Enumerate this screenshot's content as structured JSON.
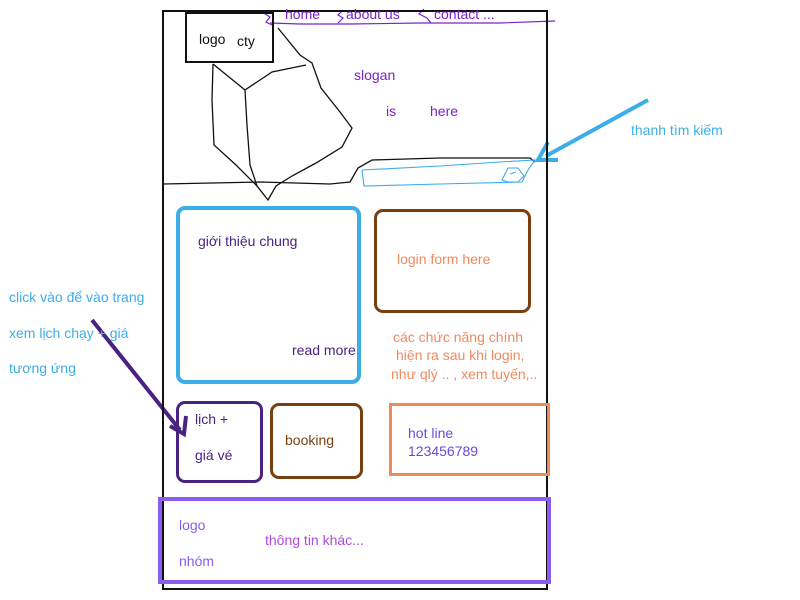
{
  "nav": {
    "home": "home",
    "about": "about us",
    "contact": "contact ..."
  },
  "logo": {
    "word1": "logo",
    "word2": "cty"
  },
  "slogan": {
    "line1": "slogan",
    "line2a": "is",
    "line2b": "here"
  },
  "search_annotation": "thanh tìm kiếm",
  "intro": {
    "title": "giới thiệu chung",
    "read_more": "read more"
  },
  "login": {
    "label": "login form here"
  },
  "login_note": [
    "các chức năng chính",
    "hiện ra sau khi login,",
    "như qlý .. , xem tuyến,.."
  ],
  "lich_gia": {
    "line1": "lịch +",
    "line2": "giá vé"
  },
  "booking": {
    "label": "booking"
  },
  "hotline": {
    "label": "hot line",
    "number": "123456789"
  },
  "footer": {
    "logo": "logo",
    "nhom": "nhóm",
    "other": "thông tin khác..."
  },
  "click_annotation": [
    "click vào để vào trang",
    "xem lịch chạy + giá",
    "tương ứng"
  ],
  "colors": {
    "nav": "#7a22cc",
    "sky": "#3baee8",
    "brown": "#7a3f0e",
    "salmon": "#f08a5d",
    "purple_dark": "#4a2382",
    "violet": "#8a5cf0",
    "magenta": "#b04ad8"
  }
}
